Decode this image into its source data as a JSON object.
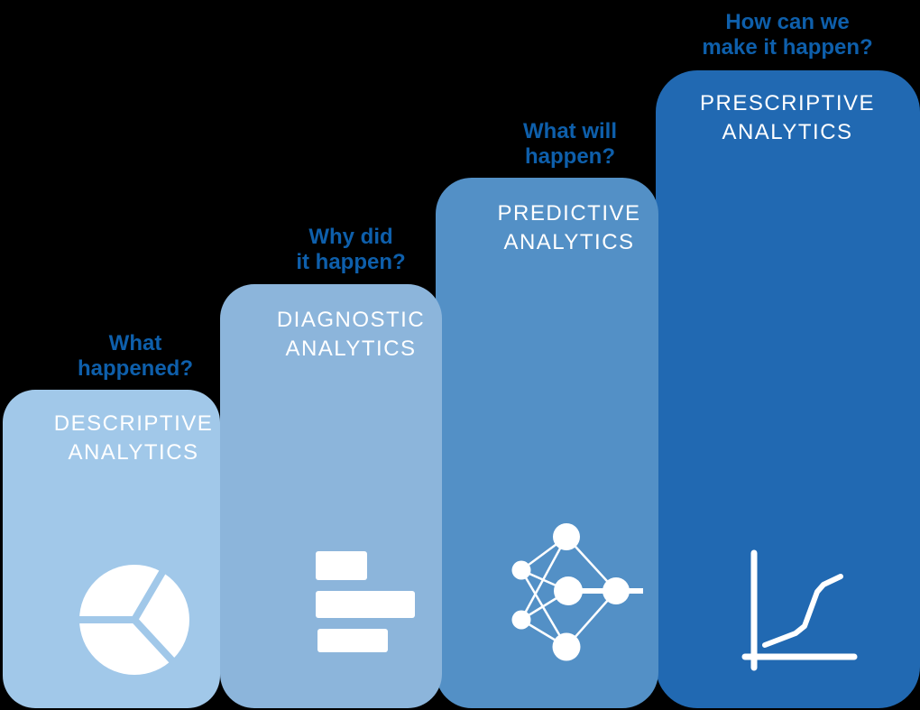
{
  "colors": {
    "background": "#000000",
    "bar1": "#A1C8E9",
    "bar2": "#8CB5DB",
    "bar3": "#5390C6",
    "bar4": "#2169B2",
    "question": "#0E5FAB",
    "title": "#FFFFFF",
    "icon": "#FFFFFF"
  },
  "columns": [
    {
      "id": "descriptive",
      "question_lines": [
        "What",
        "happened?"
      ],
      "title_lines": [
        "DESCRIPTIVE",
        "ANALYTICS"
      ],
      "icon": "pie-chart-icon"
    },
    {
      "id": "diagnostic",
      "question_lines": [
        "Why did",
        "it happen?"
      ],
      "title_lines": [
        "DIAGNOSTIC",
        "ANALYTICS"
      ],
      "icon": "horizontal-bar-chart-icon"
    },
    {
      "id": "predictive",
      "question_lines": [
        "What will",
        "happen?"
      ],
      "title_lines": [
        "PREDICTIVE",
        "ANALYTICS"
      ],
      "icon": "network-graph-icon"
    },
    {
      "id": "prescriptive",
      "question_lines": [
        "How can we",
        "make it happen?"
      ],
      "title_lines": [
        "PRESCRIPTIVE",
        "ANALYTICS"
      ],
      "icon": "line-chart-icon"
    }
  ]
}
